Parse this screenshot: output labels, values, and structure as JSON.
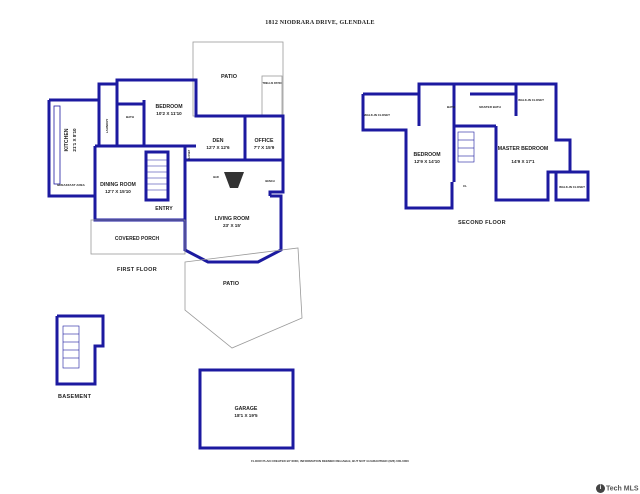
{
  "title": "1812 NIODRARA DRIVE, GLENDALE",
  "floors": {
    "first": "FIRST FLOOR",
    "second": "SECOND FLOOR",
    "basement": "BASEMENT"
  },
  "rooms": {
    "patio_top": "PATIO",
    "trellis": "TRELLIS PATIO",
    "bedroom1_name": "BEDROOM",
    "bedroom1_dim": "10'2 X 11'10",
    "bath1": "BATH",
    "laundry": "LAUNDRY",
    "kitchen_name": "KITCHEN",
    "kitchen_dim": "21'1 X 8'10",
    "breakfast": "BREAKFAST AREA",
    "den_name": "DEN",
    "den_dim": "12'7 X 12'6",
    "office_name": "OFFICE",
    "office_dim": "7'7 X 15'9",
    "dining_name": "DINING ROOM",
    "dining_dim": "12'7 X 15'10",
    "entry": "ENTRY",
    "living_name": "LIVING ROOM",
    "living_dim": "23' X 15'",
    "porch_name": "COVERED PORCH",
    "patio_bottom": "PATIO",
    "closet": "CLOSET",
    "bench": "BENCH",
    "bar": "BAR",
    "bath2": "BATH",
    "master_bath": "MASTER BATH",
    "walkin_left": "WALK-IN CLOSET",
    "walkin_right_top": "WALK-IN CLOSET",
    "walkin_right_bottom": "WALK-IN CLOSET",
    "bedroom2_name": "BEDROOM",
    "bedroom2_dim": "12'9 X 14'10",
    "master_name": "MASTER BEDROOM",
    "master_dim": "14'9 X 17'1",
    "cl": "CL",
    "garage_name": "GARAGE",
    "garage_dim": "18'1 X 19'5"
  },
  "footer": "FLOOR PLAN CREATED BY IR3D, INFORMATION DEEMED RELIABLE, BUT NOT GUARANTEED (626) 000-0000",
  "brand": "Tech MLS",
  "brand_mark": "i",
  "colors": {
    "wall": "#1c1aa0",
    "outline": "#999999",
    "text": "#222222"
  }
}
